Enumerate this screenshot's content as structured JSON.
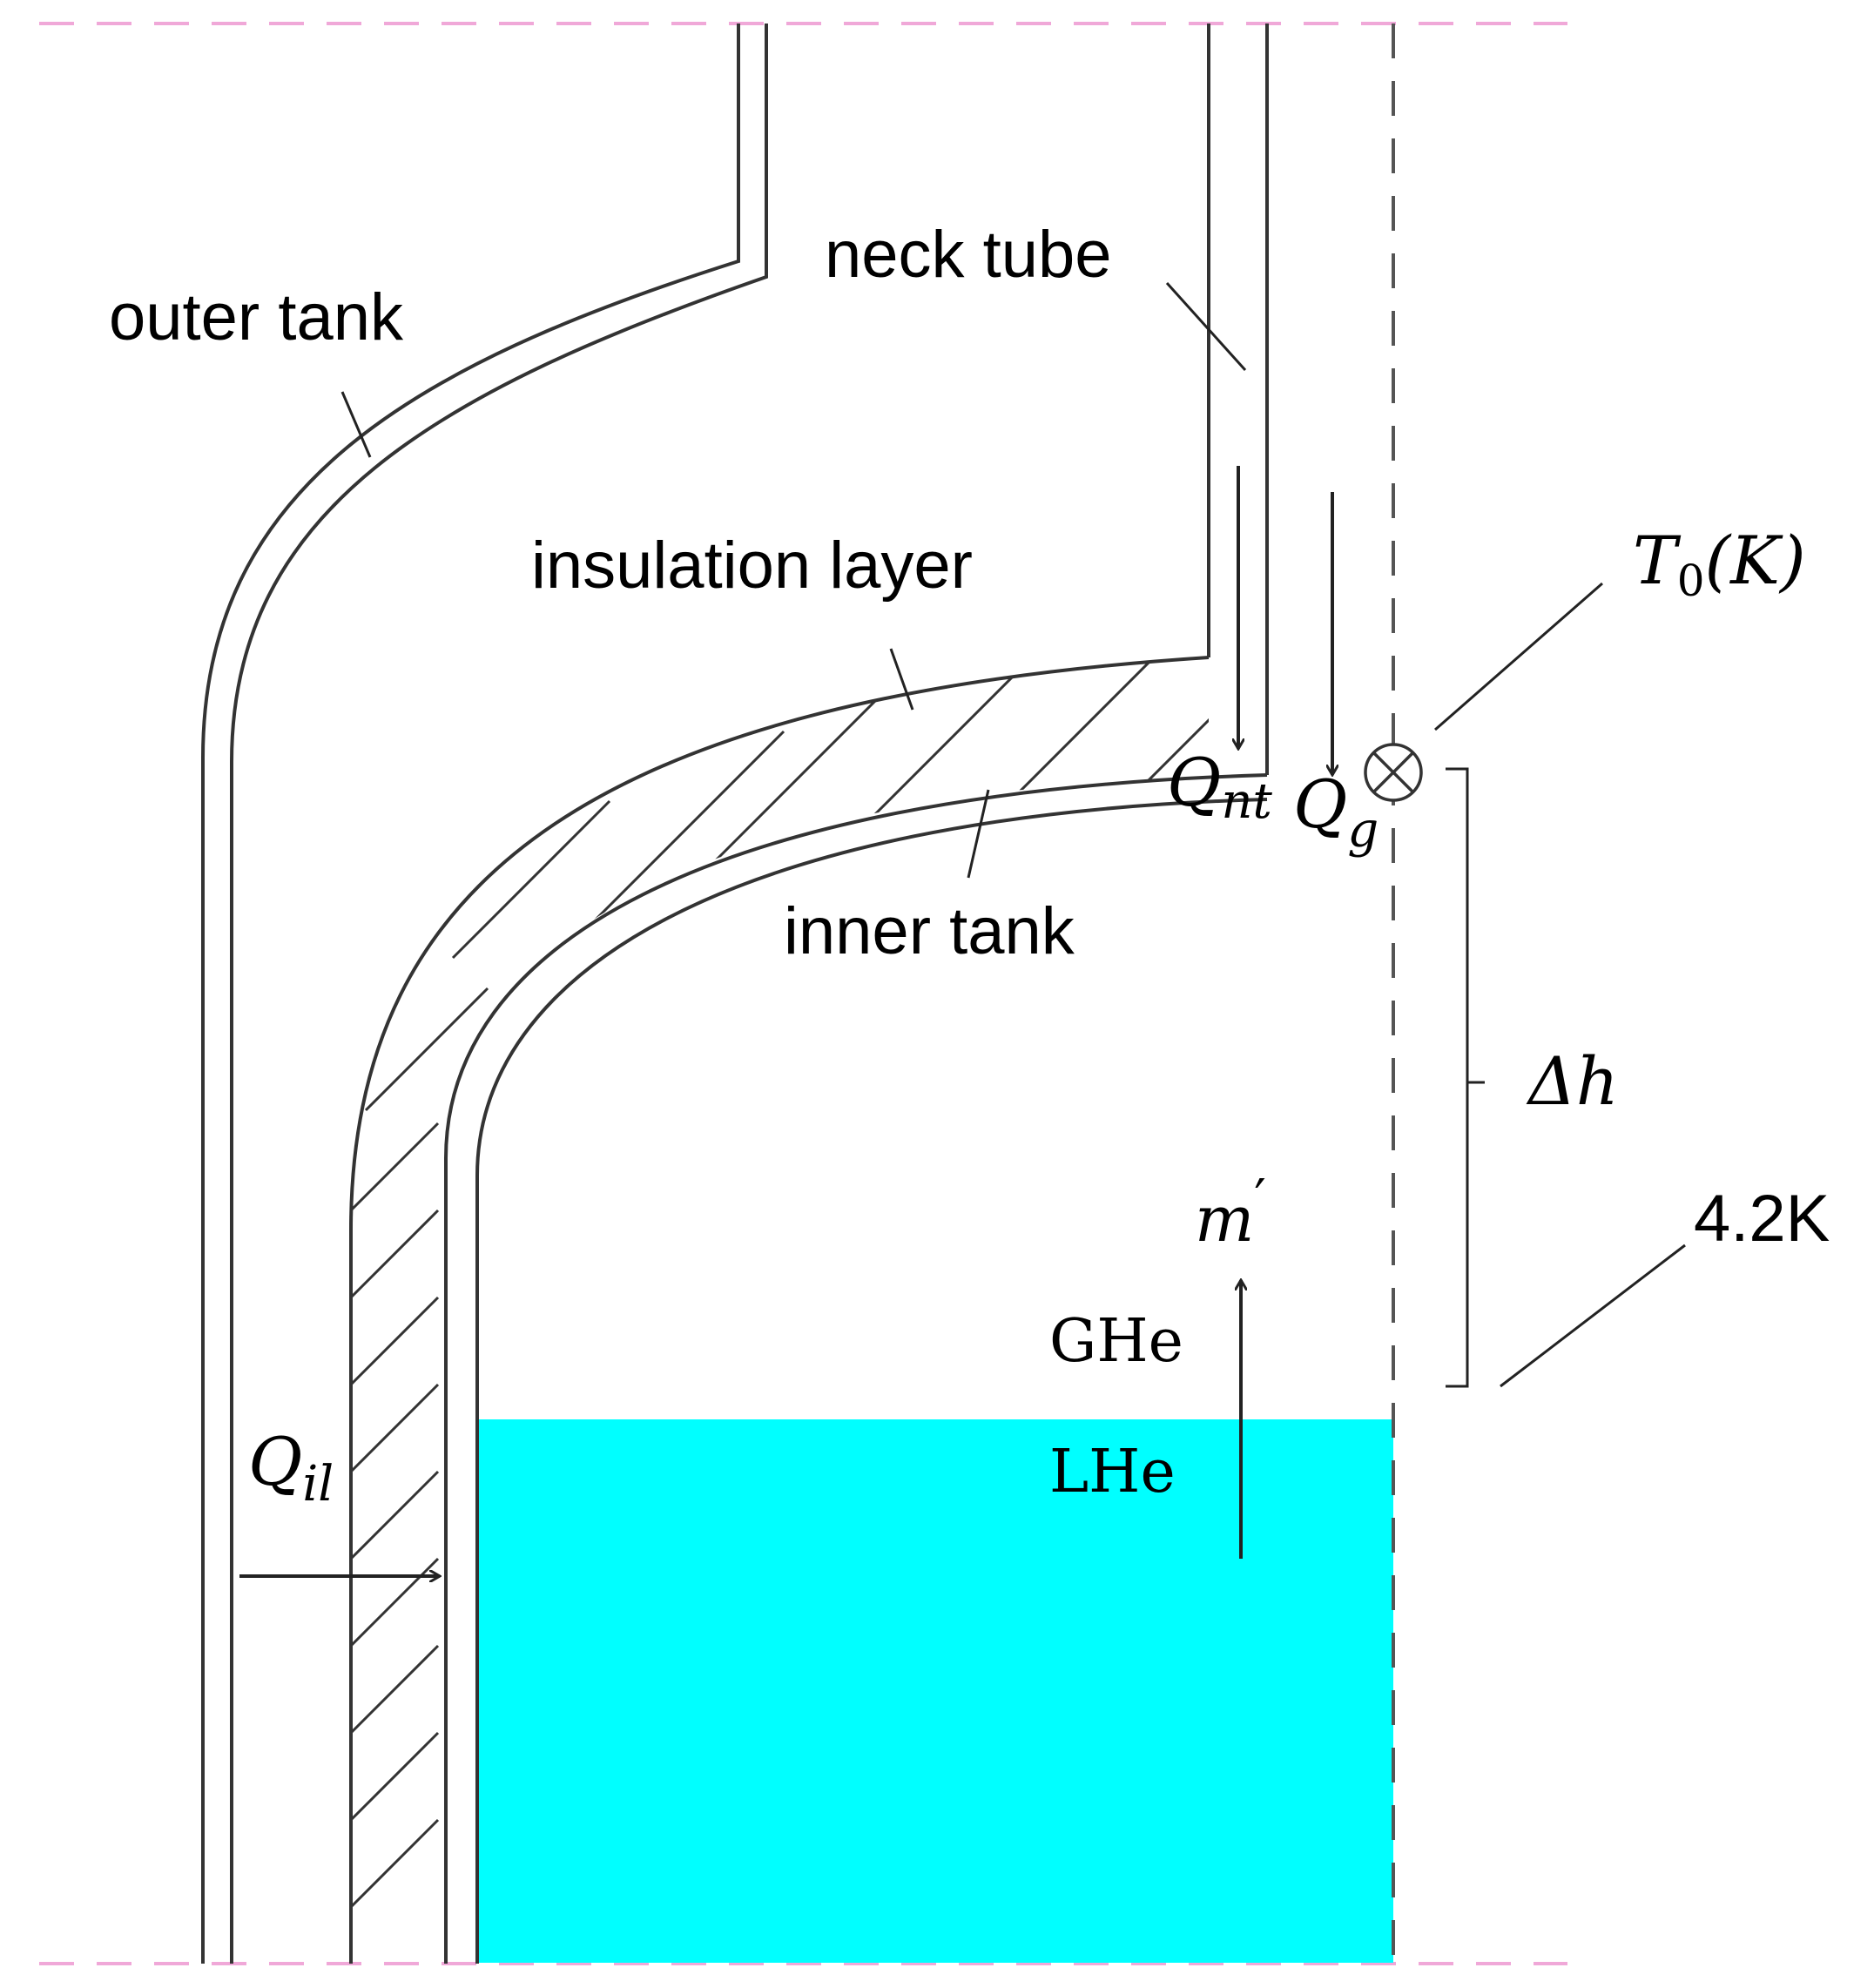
{
  "labels": {
    "outer_tank": "outer tank",
    "neck_tube": "neck tube",
    "insulation_layer": "insulation layer",
    "inner_tank": "inner tank",
    "gas": "GHe",
    "liquid": "LHe",
    "temp_liquid": "4.2K"
  },
  "math": {
    "q_nt_main": "Q",
    "q_nt_sub": "nt",
    "q_g_main": "Q",
    "q_g_sub": "g",
    "q_il_main": "Q",
    "q_il_sub": "il",
    "t0_main": "T",
    "t0_sub": "0",
    "t0_unit": "(K)",
    "delta_h": "Δh",
    "m_main": "m",
    "m_prime": "′"
  },
  "colors": {
    "liquid_fill": "#00ffff",
    "boundary_dash": "#f0a8d8",
    "line": "#333333"
  }
}
